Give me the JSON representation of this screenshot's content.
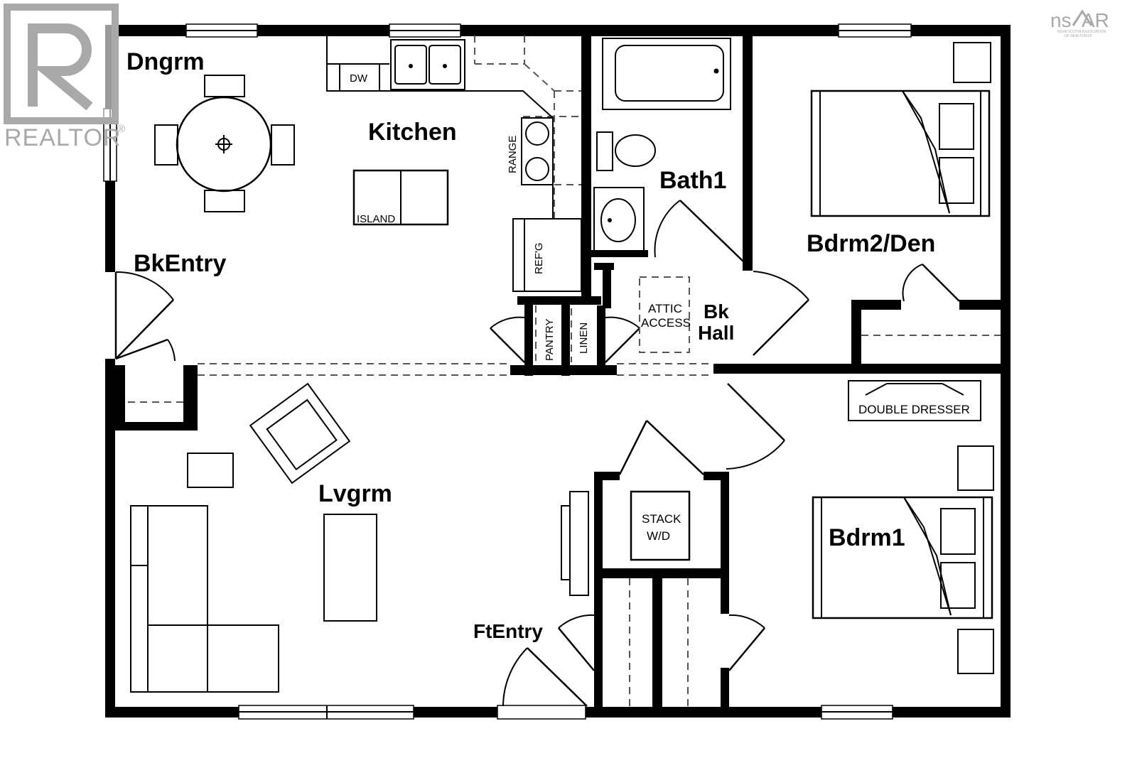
{
  "rooms": {
    "dining": "Dngrm",
    "kitchen": "Kitchen",
    "bath": "Bath1",
    "bedroom2": "Bdrm2/Den",
    "back_entry": "BkEntry",
    "back_hall_1": "Bk",
    "back_hall_2": "Hall",
    "living": "Lvgrm",
    "bedroom1": "Bdrm1",
    "front_entry": "FtEntry"
  },
  "fixtures": {
    "dishwasher": "DW",
    "island": "ISLAND",
    "range": "RANGE",
    "fridge": "REF'G",
    "pantry": "PANTRY",
    "linen": "LINEN",
    "attic_1": "ATTIC",
    "attic_2": "ACCESS",
    "double_dresser": "DOUBLE DRESSER",
    "stack_1": "STACK",
    "stack_2": "W/D"
  },
  "branding": {
    "realtor_wordmark": "REALTOR",
    "registered": "®",
    "ns_wordmark": "ns",
    "ns_wordmark_end": "AR",
    "ns_subtitle_1": "NOVA SCOTIA ASSOCIATION",
    "ns_subtitle_2": "OF REALTORS®"
  },
  "colors": {
    "wall": "#000000",
    "background": "#ffffff",
    "watermark": "#a9a9a9"
  }
}
